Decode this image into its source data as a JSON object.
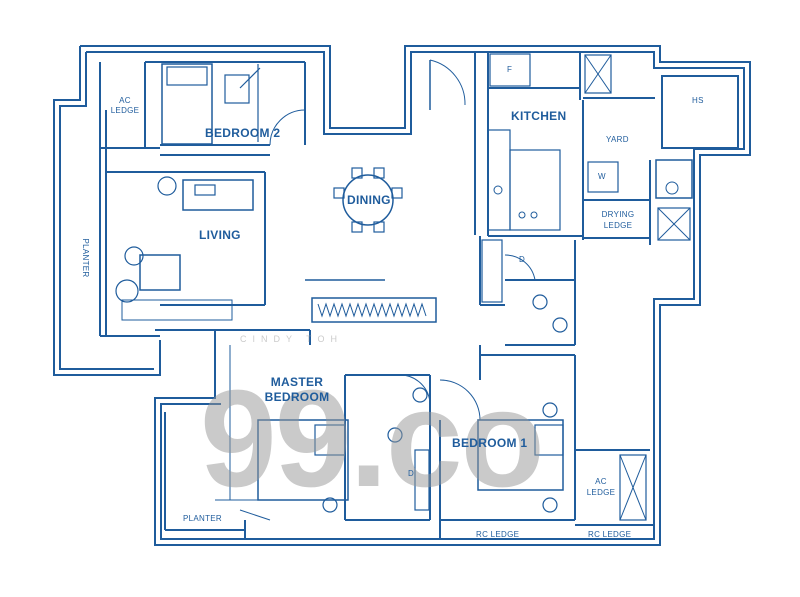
{
  "rooms": {
    "bedroom2": "BEDROOM 2",
    "living": "LIVING",
    "dining": "DINING",
    "kitchen": "KITCHEN",
    "master_line1": "MASTER",
    "master_line2": "BEDROOM",
    "bedroom1": "BEDROOM 1"
  },
  "areas": {
    "ac_ledge_top_1": "AC",
    "ac_ledge_top_2": "LEDGE",
    "planter_left": "PLANTER",
    "planter_bottom": "PLANTER",
    "yard": "YARD",
    "hs": "HS",
    "drying_1": "DRYING",
    "drying_2": "LEDGE",
    "ac_ledge_right_1": "AC",
    "ac_ledge_right_2": "LEDGE",
    "rc_ledge_1": "RC LEDGE",
    "rc_ledge_2": "RC LEDGE",
    "fridge": "F",
    "washer": "W",
    "d1": "D",
    "d2": "D"
  },
  "watermark": {
    "brand": "99.co",
    "photographer": "CINDY TOH"
  },
  "colors": {
    "line": "#1f5c9c",
    "watermark": "#969696"
  }
}
